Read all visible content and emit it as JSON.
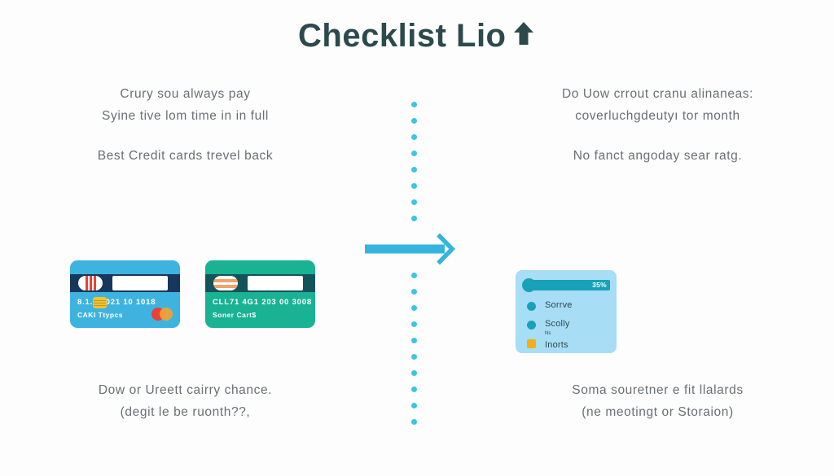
{
  "page": {
    "background_color": "#fdfdfd",
    "title": "Checklist Lio",
    "title_color": "#2c4a4e",
    "title_arrow_icon": "arrow-up-icon"
  },
  "accent_colors": {
    "cyan": "#3fc4e0",
    "arrow_blue": "#35b4dd",
    "teal": "#17a2b8",
    "panel_blue": "#a7ddf5",
    "yellow": "#f5ae17",
    "dark_slate": "#2c4a4e",
    "body_text": "#6a6f74"
  },
  "left_column": {
    "top_lines": [
      "Crury sou always pay",
      "Syine tive lom time in in full",
      "",
      "Best Credit cards trevel back"
    ],
    "bottom_lines": [
      "Dow or Ureett cairry chance.",
      "(degit le be ruonth??,"
    ]
  },
  "right_column": {
    "top_lines": [
      "Do Uow crrout cranu alinaneas:",
      "coverluchgdeutyı tor month",
      "",
      "No fanct angoday sear ratg."
    ],
    "bottom_lines": [
      "Soma souretner e fit llalards",
      "(ne meotingt or Storaion)"
    ]
  },
  "divider": {
    "icon": "vertical-dotted-line",
    "dot_color": "#3fc4e0",
    "top_dot_count": 10,
    "bottom_dot_count": 11
  },
  "flow_arrow": {
    "icon": "arrow-right-icon",
    "color": "#35b4dd"
  },
  "cards": [
    {
      "name": "blue-credit-card",
      "background_color": "#3fb3e0",
      "band_color": "#17375c",
      "number": "8.1.1     3021  10  1018",
      "holder": "CAKI Ttypcs",
      "has_chip": true,
      "chip_color": "#f2c12e",
      "logo": "mastercard-logo",
      "band_oval_stripe_color": "#e8403a"
    },
    {
      "name": "teal-credit-card",
      "background_color": "#19b293",
      "band_color": "#14535c",
      "number": "CLL71  4G1  203 00  3008",
      "holder": "Soner Cart$",
      "has_chip": false,
      "chip_color": "",
      "logo": "",
      "band_oval_stripe_color": "#f0a46a"
    }
  ],
  "stats_panel": {
    "name": "budget-stats-panel",
    "background_color": "#a7ddf5",
    "progress": {
      "value_label": "35%",
      "value": 35,
      "bar_color": "#17a2b8"
    },
    "legend": [
      {
        "label": "Sorrve",
        "superscript": "",
        "swatch": "dot",
        "color": "#17a2b8"
      },
      {
        "label": "Scolly",
        "superscript": "",
        "swatch": "dot",
        "color": "#17a2b8"
      },
      {
        "label": "Inorts",
        "superscript": "Ns",
        "swatch": "square",
        "color": "#f5ae17"
      }
    ]
  }
}
